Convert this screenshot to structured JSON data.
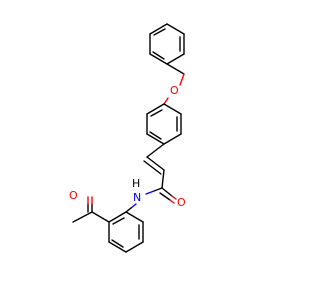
{
  "molecule": {
    "atom_labels": {
      "ether_oxygen": "O",
      "amide_oxygen": "O",
      "amide_nitrogen": "N",
      "amide_hydrogen": "H",
      "ketone_oxygen": "O"
    },
    "colors": {
      "bond": "#000000",
      "oxygen": "#ff0000",
      "nitrogen": "#0000ff",
      "background": "#ffffff"
    }
  }
}
